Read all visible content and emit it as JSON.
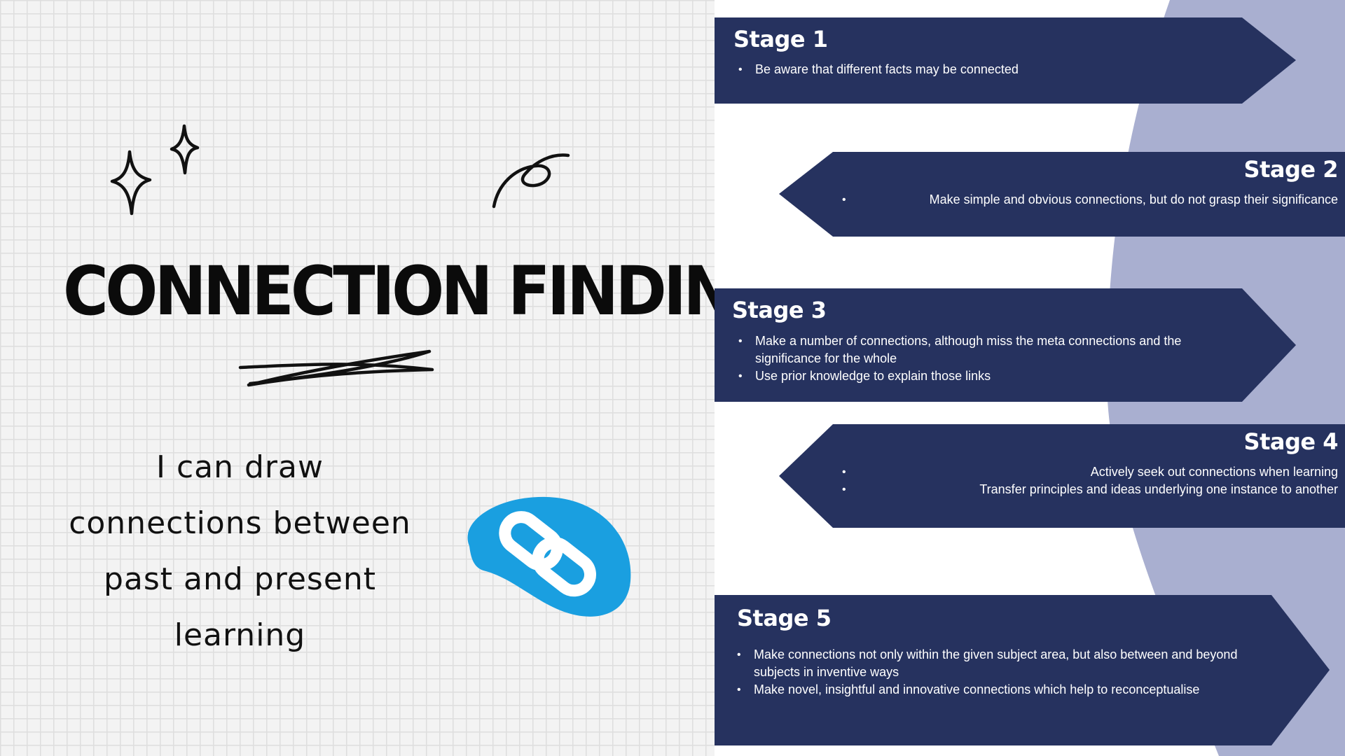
{
  "title": "CONNECTION FINDING",
  "subtitle_lines": [
    "I can draw",
    "connections between",
    "past and present",
    "learning"
  ],
  "colors": {
    "navy": "#26325f",
    "lavender": "#a9afd0",
    "link_blue": "#1a9fe0",
    "grid_bg": "#f3f3f3"
  },
  "icons": {
    "sparkles": "sparkle-icon",
    "swirl": "swirl-doodle-icon",
    "underline": "scribble-underline-icon",
    "link": "link-chain-icon"
  },
  "stages": [
    {
      "title": "Stage 1",
      "bullets": [
        "Be aware that different facts may be connected"
      ]
    },
    {
      "title": "Stage 2",
      "bullets": [
        "Make simple and obvious connections, but do not grasp their significance"
      ]
    },
    {
      "title": "Stage 3",
      "bullets": [
        "Make a number of connections, although miss the meta connections and the significance for the whole",
        "Use prior knowledge to explain those links"
      ]
    },
    {
      "title": "Stage 4",
      "bullets": [
        "Actively seek out connections when learning",
        "Transfer principles and ideas underlying one instance to another"
      ]
    },
    {
      "title": "Stage 5",
      "bullets": [
        "Make connections not only within the given subject area, but also between and beyond subjects in inventive ways",
        "Make novel, insightful and innovative connections which help to reconceptualise"
      ]
    }
  ]
}
